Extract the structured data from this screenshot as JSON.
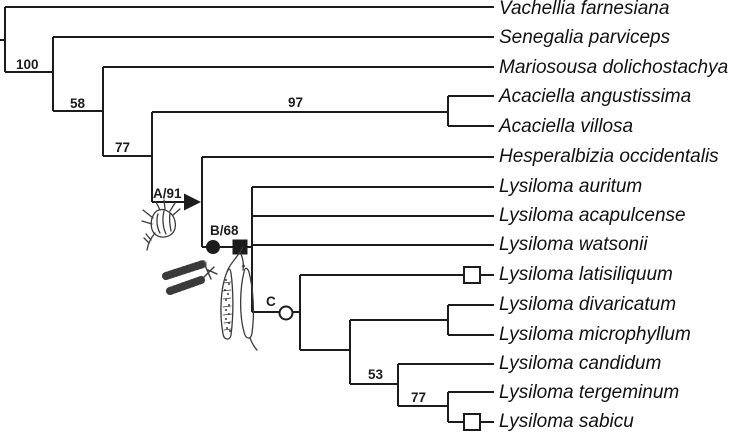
{
  "figure": {
    "type": "phylogenetic-tree",
    "background_color": "#ffffff",
    "line_color": "#1c1c1c",
    "text_color": "#111111"
  },
  "taxa": [
    {
      "name": "Vachellia farnesiana"
    },
    {
      "name": "Senegalia parviceps"
    },
    {
      "name": "Mariosousa dolichostachya"
    },
    {
      "name": "Acaciella angustissima"
    },
    {
      "name": "Acaciella villosa"
    },
    {
      "name": "Hesperalbizia occidentalis"
    },
    {
      "name": "Lysiloma auritum"
    },
    {
      "name": "Lysiloma acapulcense"
    },
    {
      "name": "Lysiloma watsonii"
    },
    {
      "name": "Lysiloma latisiliquum",
      "tip_marker": "open-square"
    },
    {
      "name": "Lysiloma divaricatum"
    },
    {
      "name": "Lysiloma microphyllum"
    },
    {
      "name": "Lysiloma candidum"
    },
    {
      "name": "Lysiloma tergeminum"
    },
    {
      "name": "Lysiloma sabicu",
      "tip_marker": "open-square"
    }
  ],
  "support_values": [
    {
      "id": "node-100",
      "label": "100"
    },
    {
      "id": "node-58",
      "label": "58"
    },
    {
      "id": "node-77-upper",
      "label": "77"
    },
    {
      "id": "node-97",
      "label": "97"
    },
    {
      "id": "clade-A",
      "label": "A/91",
      "node_marker": "filled-triangle"
    },
    {
      "id": "clade-B",
      "label": "B/68",
      "node_markers": [
        "filled-circle",
        "filled-square"
      ]
    },
    {
      "id": "clade-C",
      "label": "C",
      "node_marker": "open-circle"
    },
    {
      "id": "node-53",
      "label": "53"
    },
    {
      "id": "node-77-lower",
      "label": "77"
    }
  ],
  "illustrations": [
    {
      "name": "flower-head-sketch"
    },
    {
      "name": "flower-spikes-sketch"
    },
    {
      "name": "seed-pods-sketch"
    }
  ]
}
